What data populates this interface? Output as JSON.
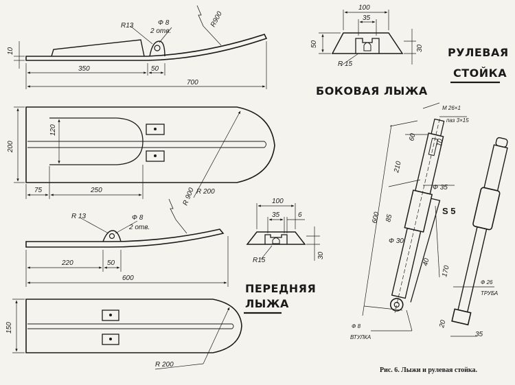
{
  "titles": {
    "side_ski": "БОКОВАЯ ЛЫЖА",
    "steering_post_line1": "РУЛЕВАЯ",
    "steering_post_line2": "СТОЙКА",
    "front_ski_line1": "ПЕРЕДНЯЯ",
    "front_ski_line2": "ЛЫЖА"
  },
  "caption": "Рис. 6. Лыжи и рулевая стойка.",
  "side_ski_profile": {
    "r13": "R13",
    "phi8": "Ф 8",
    "holes": "2 отв.",
    "r900": "R900",
    "d10": "10",
    "d350": "350",
    "d50": "50",
    "d700": "700"
  },
  "side_ski_plan": {
    "d200": "200",
    "d120": "120",
    "d75": "75",
    "d250": "250",
    "r200": "R 200"
  },
  "side_section": {
    "d100": "100",
    "d35": "35",
    "d50": "50",
    "d30": "30",
    "r15": "R 15"
  },
  "front_ski_profile": {
    "r13": "R 13",
    "phi8": "Ф 8",
    "holes": "2 отв.",
    "r900": "R 900",
    "d220": "220",
    "d50": "50",
    "d600": "600"
  },
  "front_section": {
    "d100": "100",
    "d35": "35",
    "d6": "6",
    "d30": "30",
    "r15": "R15"
  },
  "front_ski_plan": {
    "d150": "150",
    "r200": "R 200"
  },
  "post": {
    "m26": "М 26×1",
    "slot": "паз 3×15",
    "d60": "60",
    "d10": "10",
    "d210": "210",
    "phi35": "Ф 35",
    "d600": "600",
    "d85": "85",
    "s5": "S 5",
    "phi30": "Ф 30",
    "d40": "40",
    "d170": "170",
    "phi26": "Ф 26",
    "tube": "ТРУБА",
    "d20": "20",
    "d35": "35",
    "phi8": "Ф 8",
    "bushing": "ВТУЛКА"
  }
}
